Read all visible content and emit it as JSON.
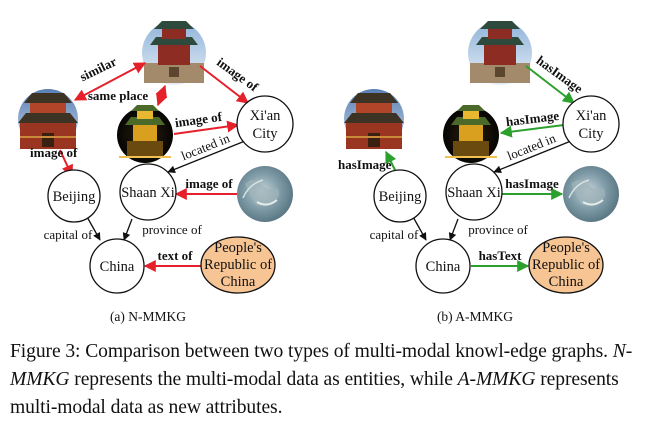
{
  "panel_a": {
    "caption": "(a)  N-MMKG",
    "nodes": {
      "beijing": "Beijing",
      "shaanxi": "Shaan Xi",
      "xian_l1": "Xi'an",
      "xian_l2": "City",
      "china": "China",
      "prc_l1": "People's",
      "prc_l2": "Republic of",
      "prc_l3": "China"
    },
    "edges": {
      "similar": "similar",
      "same_place": "same place",
      "image_of_1": "image of",
      "image_of_2": "image of",
      "image_of_3": "image of",
      "image_of_4": "image of",
      "located_in": "located in",
      "province_of": "province of",
      "capital_of": "capital of",
      "text_of": "text of"
    }
  },
  "panel_b": {
    "caption": "(b) A-MMKG",
    "nodes": {
      "beijing": "Beijing",
      "shaanxi": "Shaan Xi",
      "xian_l1": "Xi'an",
      "xian_l2": "City",
      "china": "China",
      "prc_l1": "People's",
      "prc_l2": "Republic of",
      "prc_l3": "China"
    },
    "edges": {
      "has_image_1": "hasImage",
      "has_image_2": "hasImage",
      "has_image_3": "hasImage",
      "has_image_4": "hasImage",
      "located_in": "located in",
      "province_of": "province of",
      "capital_of": "capital of",
      "has_text": "hasText"
    }
  },
  "caption": {
    "t1": "Figure 3: Comparison between two types of multi-modal knowl-edge graphs. ",
    "t2": "N-MMKG",
    "t3": " represents the multi-modal data as entities, while ",
    "t4": "A-MMKG",
    "t5": " represents multi-modal data as new attributes."
  },
  "colors": {
    "red_edge": "#e5202a",
    "green_edge": "#2ca02c",
    "orange_fill": "#f7c594",
    "black_edge": "#111111"
  },
  "icons": [
    "bell-tower-photo",
    "drum-tower-photo",
    "bell-tower-night-photo",
    "satellite-map-photo"
  ]
}
